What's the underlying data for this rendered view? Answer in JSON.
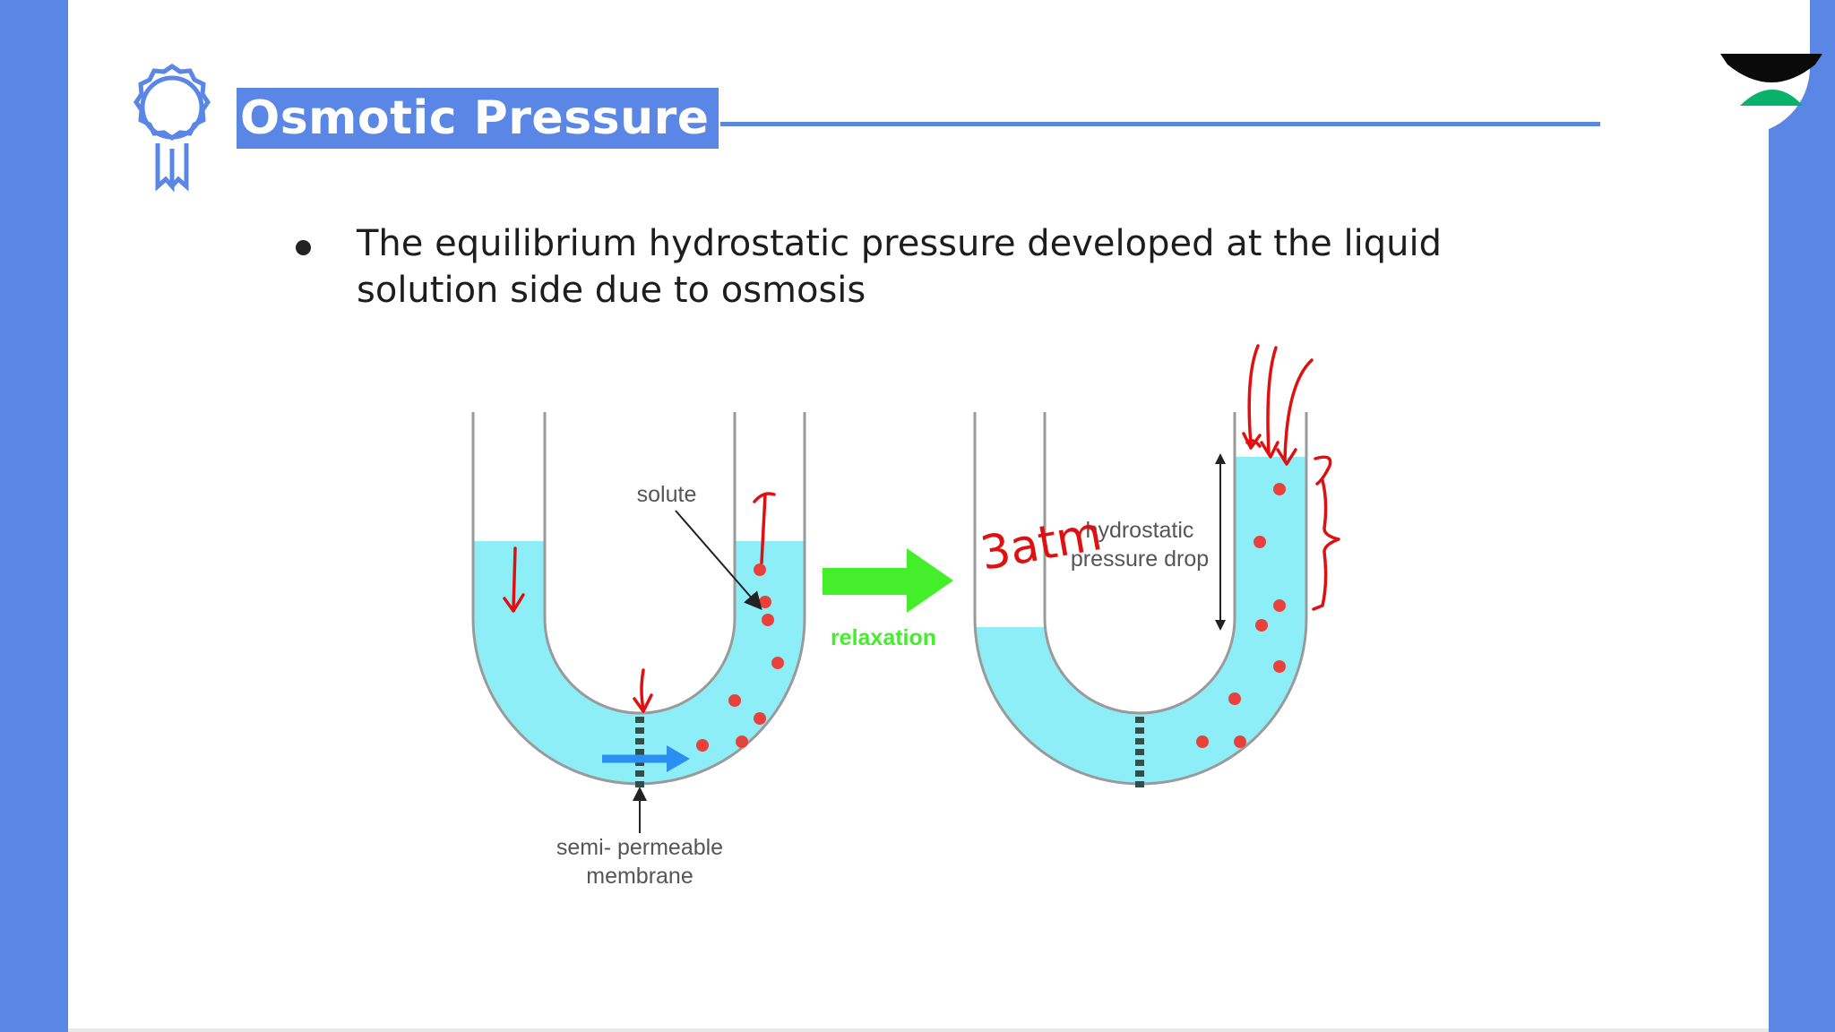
{
  "slide": {
    "title": "Osmotic Pressure",
    "bullet": "The equilibrium hydrostatic pressure developed at the liquid solution side due to osmosis"
  },
  "diagram": {
    "solute_label": "solute",
    "arrow_label": "relaxation",
    "membrane_label_line1": "semi- permeable",
    "membrane_label_line2": "membrane",
    "pressure_label_line1": "hydrostatic",
    "pressure_label_line2": "pressure drop"
  },
  "annotations": {
    "handwritten_note": "3atm"
  },
  "colors": {
    "brand_blue": "#5a86e6",
    "water": "#8eeef8",
    "solute": "#e8413c",
    "relaxation_arrow": "#44ee2a",
    "ink": "#e01010",
    "logo_green": "#08b26b"
  },
  "icons": {
    "title_badge": "award-ribbon-icon",
    "brand_logo": "unacademy-logo-icon"
  }
}
